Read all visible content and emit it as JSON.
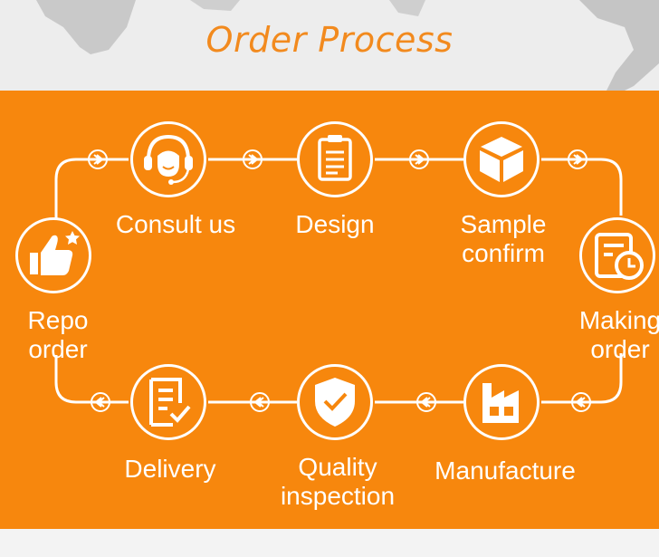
{
  "header": {
    "title": "Order Process"
  },
  "steps": {
    "consult": {
      "label": "Consult us"
    },
    "design": {
      "label": "Design"
    },
    "sample": {
      "line1": "Sample",
      "line2": "confirm"
    },
    "making": {
      "line1": "Making",
      "line2": "order"
    },
    "manufacture": {
      "label": "Manufacture"
    },
    "quality": {
      "line1": "Quality",
      "line2": "inspection"
    },
    "delivery": {
      "label": "Delivery"
    },
    "repo": {
      "line1": "Repo",
      "line2": "order"
    }
  },
  "colors": {
    "accent": "#f7870d",
    "title": "#f28a1e",
    "line": "#ffffff"
  },
  "icons": {
    "consult": "headset-support-icon",
    "design": "clipboard-icon",
    "sample": "package-box-icon",
    "making": "schedule-clock-icon",
    "manufacture": "factory-icon",
    "quality": "shield-check-icon",
    "delivery": "checklist-document-icon",
    "repo": "thumbs-up-star-icon"
  }
}
